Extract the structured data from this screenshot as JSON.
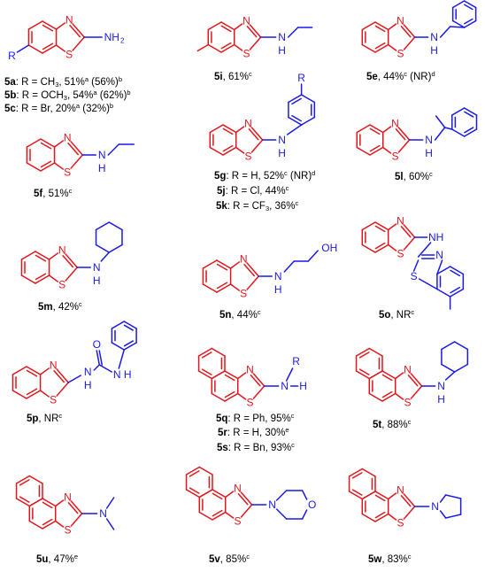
{
  "colors": {
    "core": "#e0161c",
    "substituent": "#1a1ae6",
    "text": "#000000"
  },
  "atom_labels": {
    "N": "N",
    "S": "S",
    "H": "H",
    "NH": "NH",
    "NH2": "NH",
    "two": "2",
    "O": "O",
    "OH": "OH",
    "R": "R"
  },
  "compounds": [
    {
      "id": "5a",
      "lines": [
        {
          "label": "5a",
          "text": ": R = CH",
          "sub": "3",
          "text2": ", 51%",
          "sup1": "a",
          "text3": " (56%)",
          "sup2": "b"
        }
      ]
    },
    {
      "id": "5b",
      "lines": [
        {
          "label": "5b",
          "text": ": R = OCH",
          "sub": "3",
          "text2": ",  54%",
          "sup1": "a",
          "text3": " (62%)",
          "sup2": "b"
        }
      ]
    },
    {
      "id": "5c",
      "lines": [
        {
          "label": "5c",
          "text": ": R = Br, 20%",
          "sup1": "a",
          "text3": " (32%)",
          "sup2": "b"
        }
      ]
    },
    {
      "id": "5i",
      "caption": {
        "label": "5i",
        "text": ", 61%",
        "sup1": "c"
      }
    },
    {
      "id": "5e",
      "caption": {
        "label": "5e",
        "text": ", 44%",
        "sup1": "c",
        "text3": " (NR)",
        "sup2": "d"
      }
    },
    {
      "id": "5f",
      "caption": {
        "label": "5f",
        "text": ", 51%",
        "sup1": "c"
      }
    },
    {
      "id": "5g",
      "caption": {
        "label": "5g",
        "text": ": R = H, 52%",
        "sup1": "c",
        "text3": " (NR)",
        "sup2": "d"
      }
    },
    {
      "id": "5j",
      "caption": {
        "label": "5j",
        "text": ": R = Cl, 44%",
        "sup1": "c"
      }
    },
    {
      "id": "5k",
      "caption": {
        "label": "5k",
        "text": ": R = CF",
        "sub": "3",
        "text2": ", 36%",
        "sup1": "c"
      }
    },
    {
      "id": "5l",
      "caption": {
        "label": "5l",
        "text": ", 60%",
        "sup1": "c"
      }
    },
    {
      "id": "5m",
      "caption": {
        "label": "5m",
        "text": ", 42%",
        "sup1": "c"
      }
    },
    {
      "id": "5n",
      "caption": {
        "label": "5n",
        "text": ", 44%",
        "sup1": "c"
      }
    },
    {
      "id": "5o",
      "caption": {
        "label": "5o",
        "text": ", NR",
        "sup1": "c"
      }
    },
    {
      "id": "5p",
      "caption": {
        "label": "5p",
        "text": ", NR",
        "sup1": "c"
      }
    },
    {
      "id": "5q",
      "caption": {
        "label": "5q",
        "text": ": R = Ph, 95%",
        "sup1": "c"
      }
    },
    {
      "id": "5r",
      "caption": {
        "label": "5r",
        "text": ": R = H, 30%",
        "sup1": "e"
      }
    },
    {
      "id": "5s",
      "caption": {
        "label": "5s",
        "text": ": R = Bn, 93%",
        "sup1": "c"
      }
    },
    {
      "id": "5t",
      "caption": {
        "label": "5t",
        "text": ", 88%",
        "sup1": "c"
      }
    },
    {
      "id": "5u",
      "caption": {
        "label": "5u",
        "text": ", 47%",
        "sup1": "e"
      }
    },
    {
      "id": "5v",
      "caption": {
        "label": "5v",
        "text": ", 85%",
        "sup1": "c"
      }
    },
    {
      "id": "5w",
      "caption": {
        "label": "5w",
        "text": ", 83%",
        "sup1": "c"
      }
    }
  ]
}
